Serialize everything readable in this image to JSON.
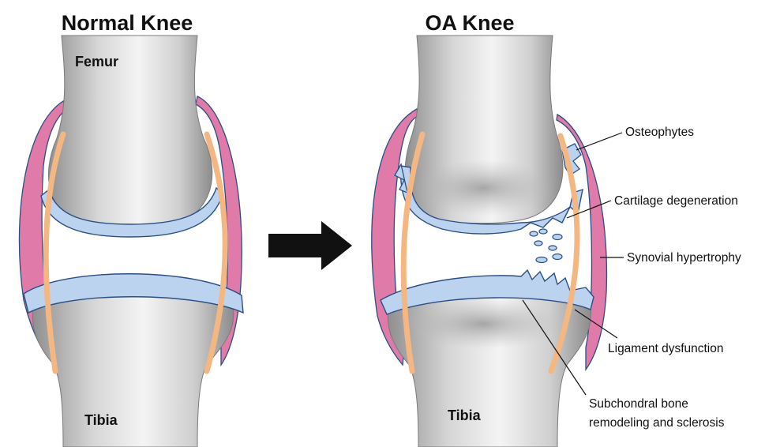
{
  "titles": {
    "normal": "Normal Knee",
    "oa": "OA Knee"
  },
  "labels": {
    "femur": "Femur",
    "tibia_normal": "Tibia",
    "tibia_oa": "Tibia"
  },
  "callouts": {
    "osteophytes": "Osteophytes",
    "cartilage_degeneration": "Cartilage degeneration",
    "synovial_hypertrophy": "Synovial hypertrophy",
    "ligament_dysfunction": "Ligament dysfunction",
    "subchondral_line1": "Subchondral bone",
    "subchondral_line2": "remodeling and sclerosis"
  },
  "colors": {
    "synovium": "#e07aa8",
    "cartilage": "#bcd3ef",
    "cartilage_outline": "#2a4f86",
    "bone_light": "#f2f2f2",
    "bone_dark": "#9a9a9a",
    "ligament": "#f4b782",
    "arrow": "#111111"
  }
}
